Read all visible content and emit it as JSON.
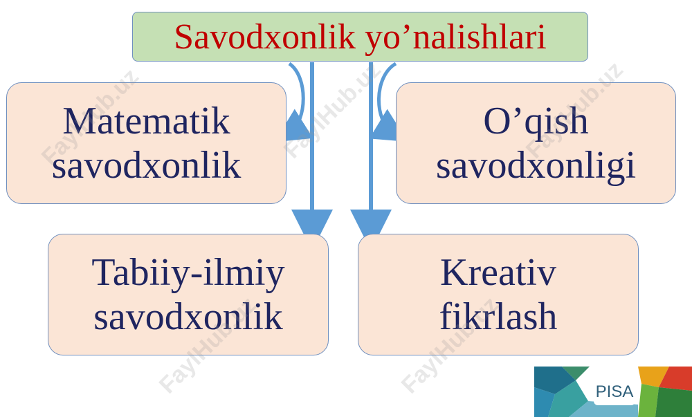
{
  "title": "Savodxonlik yo’nalishlari",
  "boxes": {
    "math": {
      "line1": "Matematik",
      "line2": "savodxonlik"
    },
    "reading": {
      "line1": "O’qish",
      "line2": "savodxonligi"
    },
    "science": {
      "line1": "Tabiiy-ilmiy",
      "line2": "savodxonlik"
    },
    "creative": {
      "line1": "Kreativ",
      "line2": "fikrlash"
    }
  },
  "logo": {
    "text": "PISA"
  },
  "watermark": "FaylHub.uz",
  "colors": {
    "title_fill": "#c5e0b4",
    "title_text": "#c00000",
    "box_fill": "#fbe5d6",
    "box_text": "#1f2560",
    "arrow": "#5b9bd5"
  }
}
